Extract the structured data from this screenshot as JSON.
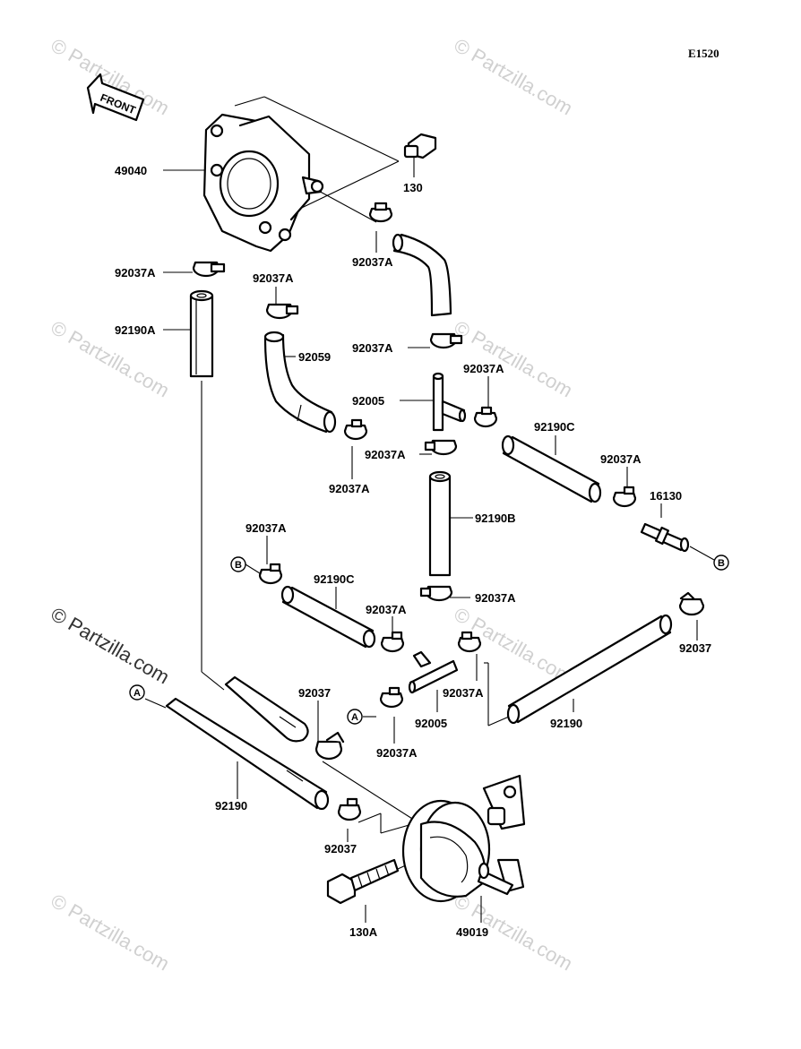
{
  "diagram": {
    "code": "E1520",
    "front_label": "FRONT",
    "watermark": "© Partzilla.com",
    "watermark_prominent": "© Partzilla.com",
    "connectors": {
      "a": "A",
      "b": "B"
    },
    "labels": {
      "p49040": "49040",
      "p130": "130",
      "p92037A_1": "92037A",
      "p92037A_2": "92037A",
      "p92037A_3": "92037A",
      "p92190A": "92190A",
      "p92059": "92059",
      "p92037A_4": "92037A",
      "p92037A_5": "92037A",
      "p92005_1": "92005",
      "p92190C_1": "92190C",
      "p92037A_6": "92037A",
      "p92037A_7": "92037A",
      "p92037A_8": "92037A",
      "p16130": "16130",
      "p92190B": "92190B",
      "p92037A_9": "92037A",
      "p92190C_2": "92190C",
      "p92037A_10": "92037A",
      "p92037A_11": "92037A",
      "p92037_1": "92037",
      "p92037_2": "92037",
      "p92037A_12": "92037A",
      "p92005_2": "92005",
      "p92037A_13": "92037A",
      "p92190_1": "92190",
      "p92190_2": "92190",
      "p92037_3": "92037",
      "p130A": "130A",
      "p49019": "49019"
    }
  }
}
